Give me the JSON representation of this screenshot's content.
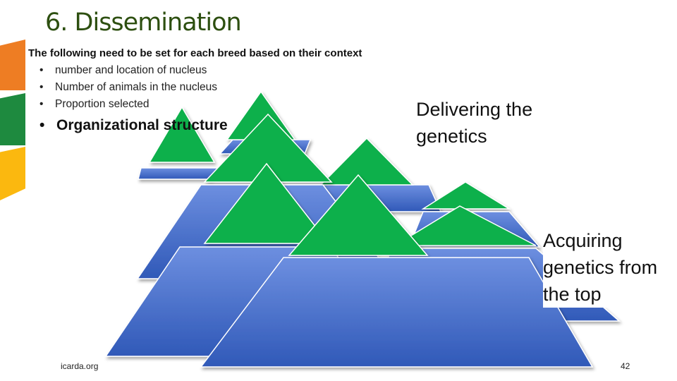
{
  "slide": {
    "title": "6. Dissemination",
    "intro": "The following need to be set for each breed based on their context",
    "bullets": [
      "number and location of nucleus",
      "Number of animals in the nucleus",
      "Proportion selected"
    ],
    "main_bullet": "Organizational structure",
    "callout_top": "Delivering the genetics",
    "callout_bottom": "Acquiring genetics from the top",
    "footer_url": "icarda.org",
    "page_number": "42"
  },
  "colors": {
    "accent_orange": "#ee7d23",
    "accent_green": "#1e8a3f",
    "accent_yellow": "#fbb80f",
    "pyramid_green": "#0fb04b",
    "pyramid_blue": "#3f6fcb",
    "title": "#2d4f10"
  }
}
